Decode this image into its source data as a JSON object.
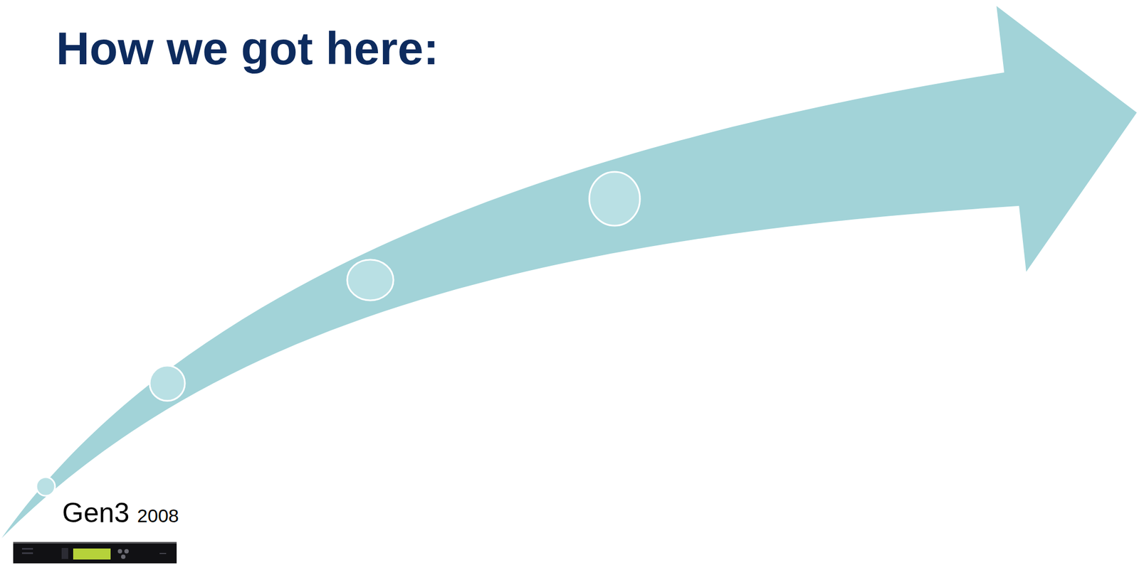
{
  "diagram": {
    "title": "How we got here:",
    "labels": [
      "Gen3",
      "2008"
    ]
  }
}
